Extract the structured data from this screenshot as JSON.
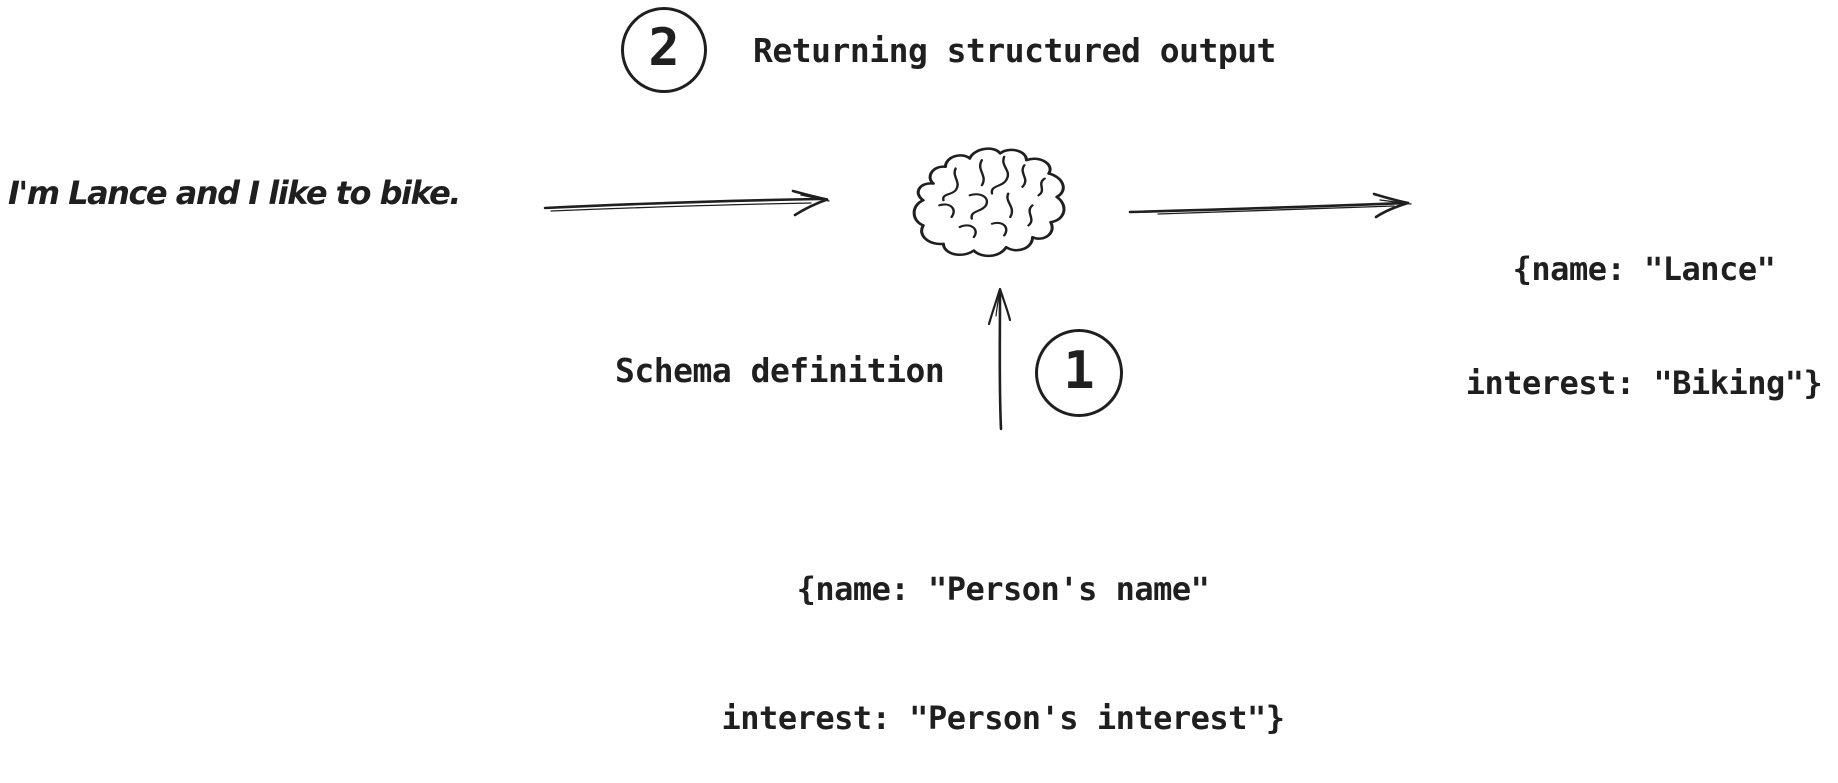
{
  "colors": {
    "ink": "#1f1f1f",
    "background": "#ffffff"
  },
  "steps": {
    "step2": {
      "number": "2",
      "label": "Returning structured output"
    },
    "step1": {
      "number": "1"
    }
  },
  "input": {
    "text": "I'm Lance and I like to bike."
  },
  "model_icon": "brain-sketch",
  "output_json": {
    "line1": "{name: \"Lance\"",
    "line2": "interest: \"Biking\"}"
  },
  "schema": {
    "label": "Schema definition",
    "json": {
      "line1": "{name: \"Person's name\"",
      "line2": "interest: \"Person's interest\"}"
    }
  }
}
